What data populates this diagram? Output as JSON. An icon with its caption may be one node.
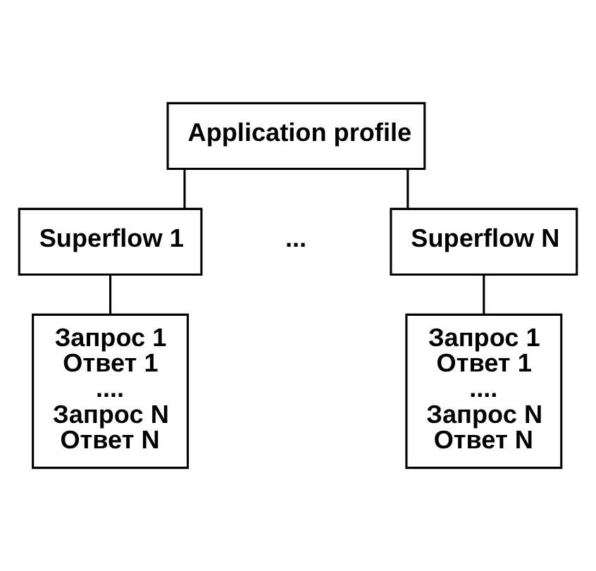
{
  "diagram": {
    "nodes": [
      {
        "text": [
          "Application profile"
        ]
      },
      {
        "text": [
          "Superflow 1"
        ]
      },
      {
        "text": [
          "Superflow N"
        ]
      },
      {
        "text": [
          "Запрос 1",
          "Ответ 1",
          "....",
          "Запрос N",
          "Ответ N"
        ]
      },
      {
        "text": [
          "Запрос 1",
          "Ответ 1",
          "....",
          "Запрос N",
          "Ответ N"
        ]
      }
    ],
    "edges": [
      {
        "from": 0,
        "to": 1,
        "arrow": "none"
      },
      {
        "from": 0,
        "to": 2,
        "arrow": "none"
      },
      {
        "from": 1,
        "to": 3,
        "arrow": "none"
      },
      {
        "from": 2,
        "to": 4,
        "arrow": "none"
      }
    ],
    "labels": [
      "..."
    ]
  }
}
